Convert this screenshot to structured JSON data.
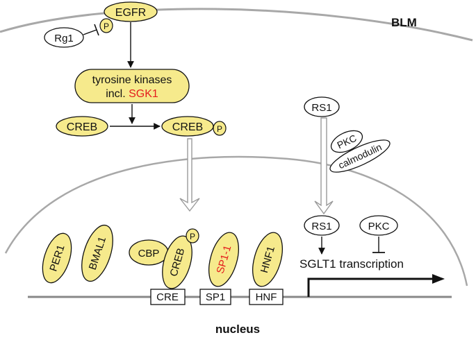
{
  "labels": {
    "membrane": "BLM",
    "nucleus": "nucleus"
  },
  "molecules": {
    "egfr": "EGFR",
    "phospho": "P",
    "rg1": "Rg1",
    "tk_line1": "tyrosine kinases",
    "tk_line2_prefix": "incl. ",
    "tk_line2_highlight": "SGK1",
    "creb": "CREB",
    "creb_p": "CREB",
    "rs1_top": "RS1",
    "pkc_top": "PKC",
    "calmodulin": "calmodulin",
    "per1": "PER1",
    "bmal1": "BMAL1",
    "cbp": "CBP",
    "creb_nuc": "CREB",
    "sp1_1": "SP1-1",
    "hnf1": "HNF1",
    "rs1_nuc": "RS1",
    "pkc_nuc": "PKC",
    "transcription": "SGLT1 transcription"
  },
  "dna_boxes": {
    "cre": "CRE",
    "sp1": "SP1",
    "hnf": "HNF"
  },
  "colors": {
    "node_fill": "#f6ea8c",
    "highlight_text": "#e41d1d",
    "membrane": "#a8a8a8",
    "dna": "#888888",
    "arrow": "#111111"
  }
}
